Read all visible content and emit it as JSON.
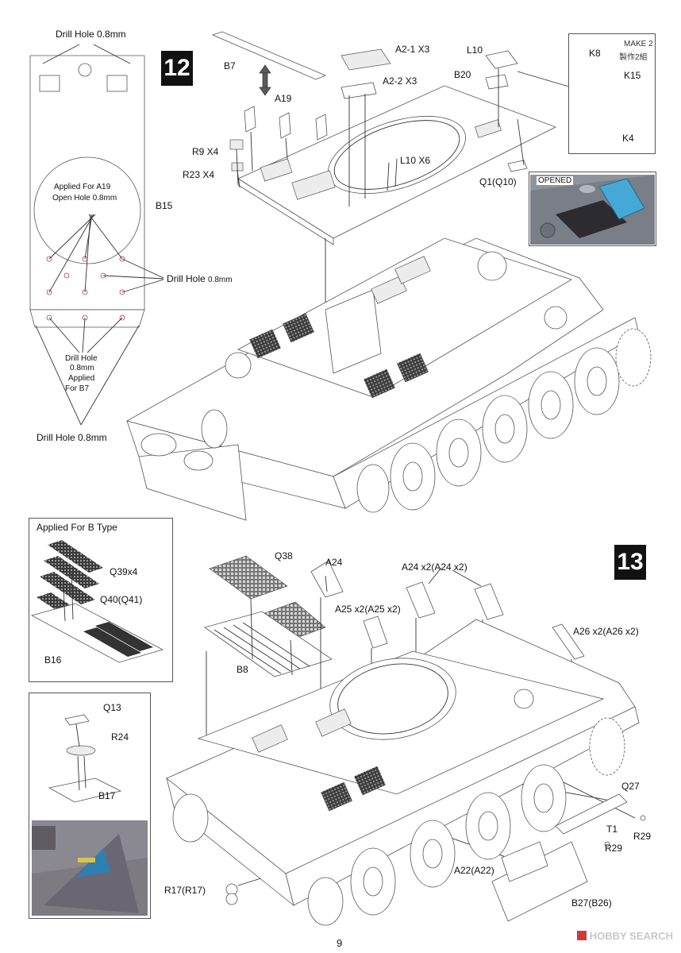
{
  "page_number": "9",
  "watermark": "HOBBY SEARCH",
  "step12": {
    "number": "12",
    "side_panel": {
      "drill_top": "Drill Hole 0.8mm",
      "applied_a19": "Applied For A19",
      "open_hole": "Open Hole 0.8mm",
      "part_b15": "B15",
      "drill_mid": "Drill Hole",
      "drill_mid_size": "0.8mm",
      "drill_low_1": "Drill Hole",
      "drill_low_2": "0.8mm",
      "drill_low_3": "Applied",
      "drill_low_4": "For B7",
      "drill_bottom": "Drill Hole 0.8mm"
    },
    "parts": {
      "b7": "B7",
      "a2_1": "A2-1 X3",
      "a2_2": "A2-2 X3",
      "l10": "L10",
      "b20": "B20",
      "a19": "A19",
      "r9": "R9 X4",
      "r23": "R23 X4",
      "l10x6": "L10 X6",
      "q1": "Q1(Q10)"
    },
    "make2_panel": {
      "line1": "MAKE 2",
      "line2": "製作2組",
      "k8": "K8",
      "k15": "K15",
      "k4": "K4"
    },
    "opened_panel": {
      "title": "OPENED"
    }
  },
  "step13": {
    "number": "13",
    "b_type_panel": {
      "title": "Applied For B Type",
      "q39": "Q39x4",
      "q40": "Q40(Q41)",
      "b16": "B16"
    },
    "detail_panel": {
      "q13": "Q13",
      "r24": "R24",
      "b17": "B17"
    },
    "parts": {
      "q38": "Q38",
      "a24": "A24",
      "a24x2": "A24 x2(A24 x2)",
      "a25x2": "A25 x2(A25 x2)",
      "a26x2": "A26 x2(A26 x2)",
      "b8": "B8",
      "q27": "Q27",
      "t1": "T1",
      "r29a": "R29",
      "r29b": "R29",
      "a22": "A22(A22)",
      "r17": "R17(R17)",
      "b27": "B27(B26)"
    }
  }
}
